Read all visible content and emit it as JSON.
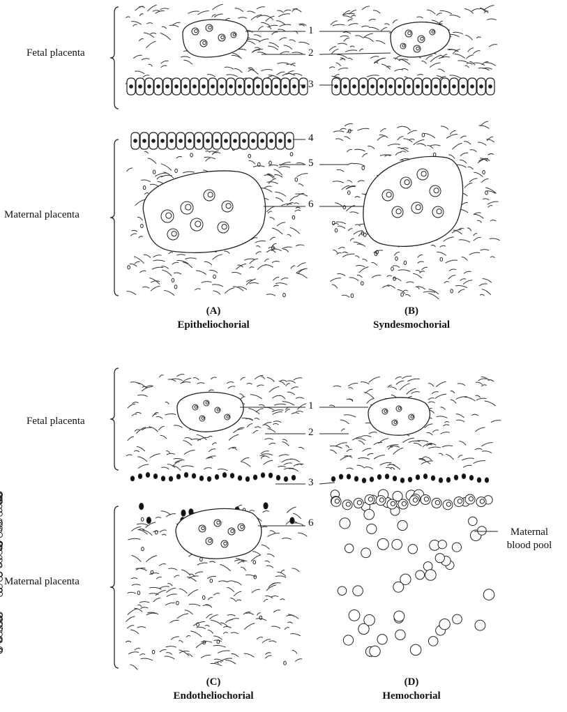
{
  "labels": {
    "fetal": "Fetal placenta",
    "maternal": "Maternal placenta",
    "maternal_blood_pool_1": "Maternal",
    "maternal_blood_pool_2": "blood pool"
  },
  "numbers": [
    "1",
    "2",
    "3",
    "4",
    "5",
    "6"
  ],
  "panels": [
    {
      "letter": "(A)",
      "name": "Epitheliochorial"
    },
    {
      "letter": "(B)",
      "name": "Syndesmochorial"
    },
    {
      "letter": "(C)",
      "name": "Endotheliochorial"
    },
    {
      "letter": "(D)",
      "name": "Hemochorial"
    }
  ],
  "colors": {
    "ink": "#1a1a1a",
    "background": "#ffffff"
  }
}
